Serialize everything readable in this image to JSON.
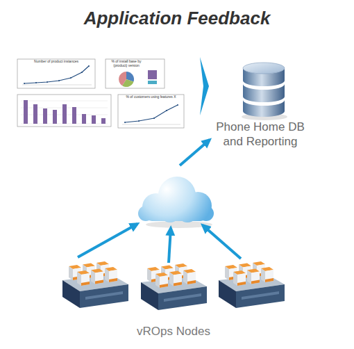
{
  "diagram": {
    "title": "Application Feedback",
    "nodes": [
      {
        "text": [
          "Phone Home DB and Reporting"
        ]
      },
      {
        "text": [
          "vROps Nodes"
        ]
      }
    ],
    "labels": [
      "Number of product instances",
      "% of install base by (product) version",
      "% of customers using features X"
    ]
  }
}
